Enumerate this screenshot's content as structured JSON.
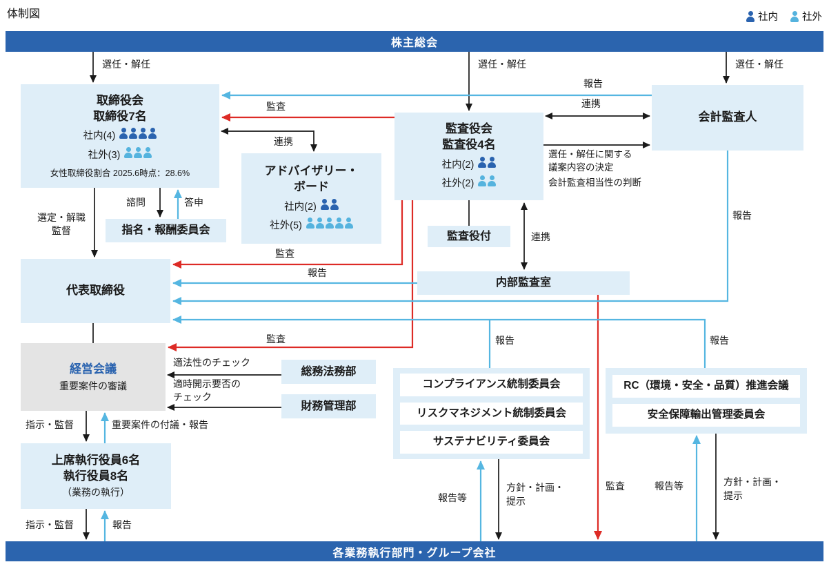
{
  "title": "体制図",
  "legend": {
    "internal": "社内",
    "external": "社外"
  },
  "colors": {
    "bar": "#2b64ae",
    "box_bg": "#dfeef8",
    "gray_bg": "#e4e4e4",
    "internal": "#2a63af",
    "external": "#55b3de",
    "arrow_black": "#1a1a1a",
    "arrow_red": "#dd2b26",
    "arrow_blue": "#55b6e1",
    "text_blue": "#2a63af"
  },
  "bars": {
    "top": "株主総会",
    "bottom": "各業務執行部門・グループ会社"
  },
  "boxes": {
    "board": {
      "title": "取締役会",
      "line2": "取締役7名",
      "internal_label": "社内(4)",
      "internal_count": 4,
      "external_label": "社外(3)",
      "external_count": 3,
      "note": "女性取締役割合 2025.6時点：28.6%"
    },
    "advisory": {
      "title": "アドバイザリー・ボード",
      "internal_label": "社内(2)",
      "internal_count": 2,
      "external_label": "社外(5)",
      "external_count": 5
    },
    "nomination": {
      "title": "指名・報酬委員会"
    },
    "audit_board": {
      "title": "監査役会",
      "line2": "監査役4名",
      "internal_label": "社内(2)",
      "internal_count": 2,
      "external_label": "社外(2)",
      "external_count": 2
    },
    "accounting_auditor": {
      "title": "会計監査人"
    },
    "audit_staff": {
      "title": "監査役付"
    },
    "internal_audit": {
      "title": "内部監査室"
    },
    "representative": {
      "title": "代表取締役"
    },
    "management_meeting": {
      "title": "経営会議",
      "subtitle": "重要案件の審議"
    },
    "general_affairs": {
      "title": "総務法務部"
    },
    "finance": {
      "title": "財務管理部"
    },
    "committees": [
      "コンプライアンス統制委員会",
      "リスクマネジメント統制委員会",
      "サステナビリティ委員会"
    ],
    "rc_committees": [
      "RC（環境・安全・品質）推進会議",
      "安全保障輸出管理委員会"
    ],
    "executives": {
      "line1": "上席執行役員6名",
      "line2": "執行役員8名",
      "line3": "（業務の執行）"
    }
  },
  "labels": {
    "senin_kainin": "選任・解任",
    "houkoku": "報告",
    "kansa": "監査",
    "renkei": "連携",
    "shimon": "諮問",
    "toushin": "答申",
    "sentei_line1": "選定・解職",
    "sentei_line2": "監督",
    "gian_line1": "選任・解任に関する",
    "gian_line2": "議案内容の決定",
    "kaikei_soutou": "会計監査相当性の判断",
    "tekihousei": "適法性のチェック",
    "tekiji_line1": "適時開示要否の",
    "tekiji_line2": "チェック",
    "shiji_kantoku": "指示・監督",
    "juuyou_fugi": "重要案件の付議・報告",
    "houkoku_tou": "報告等",
    "houshin_line1": "方針・計画・",
    "houshin_line2": "提示"
  }
}
